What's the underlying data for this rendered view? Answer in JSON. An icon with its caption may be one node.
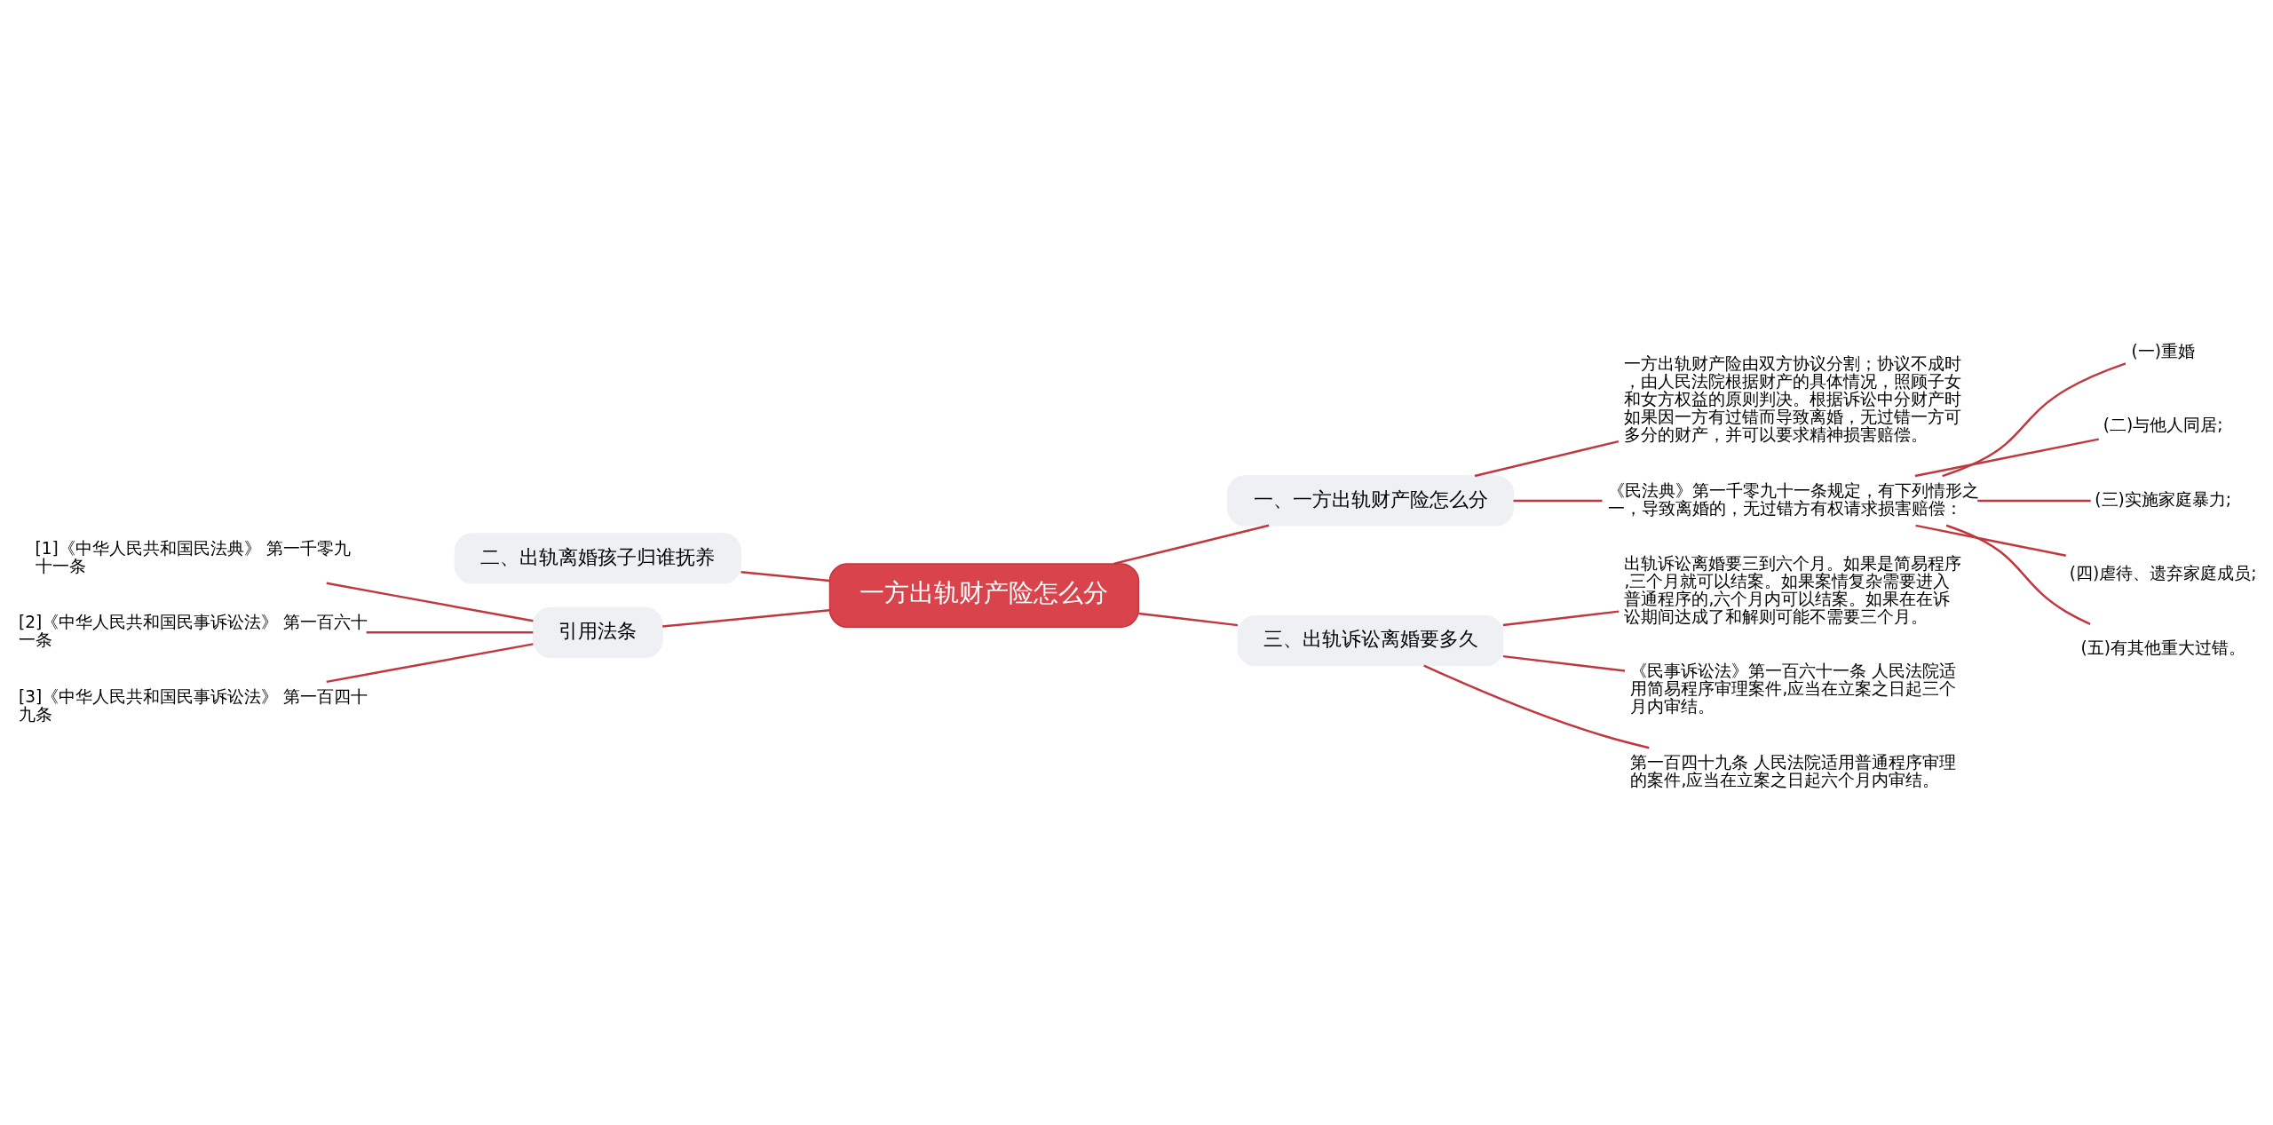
{
  "diagram": {
    "nodes": [
      {
        "text": [
          "一方出轨财产险怎么分"
        ]
      },
      {
        "text": [
          "一、一方出轨财产险怎么分"
        ]
      },
      {
        "text": [
          "一方出轨财产险由双方协议分割；协议不成时，由人民法院根据财产的具体情况，照顾子女和女方权益的原则判决。根据诉讼中分财产时如果因一方有过错而导致离婚，无过错一方可多分的财产，并可以要求精神损害赔偿。"
        ]
      },
      {
        "text": [
          "《民法典》第一千零九十一条规定，有下列情形之一，导致离婚的，无过错方有权请求损害赔偿："
        ]
      },
      {
        "text": [
          "(一)重婚"
        ]
      },
      {
        "text": [
          "(二)与他人同居;"
        ]
      },
      {
        "text": [
          "(三)实施家庭暴力;"
        ]
      },
      {
        "text": [
          "(四)虐待、遗弃家庭成员;"
        ]
      },
      {
        "text": [
          "(五)有其他重大过错。"
        ]
      },
      {
        "text": [
          "三、出轨诉讼离婚要多久"
        ]
      },
      {
        "text": [
          "出轨诉讼离婚要三到六个月。如果是简易程序,三个月就可以结案。如果案情复杂需要进入普通程序的,六个月内可以结案。如果在在诉讼期间达成了和解则可能不需要三个月。"
        ]
      },
      {
        "text": [
          "《民事诉讼法》第一百六十一条 人民法院适用简易程序审理案件,应当在立案之日起三个月内审结。"
        ]
      },
      {
        "text": [
          "第一百四十九条 人民法院适用普通程序审理的案件,应当在立案之日起六个月内审结。"
        ]
      },
      {
        "text": [
          "二、出轨离婚孩子归谁抚养"
        ]
      },
      {
        "text": [
          "引用法条"
        ]
      },
      {
        "text": [
          "[1]《中华人民共和国民法典》 第一千零九十一条"
        ]
      },
      {
        "text": [
          "[2]《中华人民共和国民事诉讼法》 第一百六十一条"
        ]
      },
      {
        "text": [
          "[3]《中华人民共和国民事诉讼法》 第一百四十九条"
        ]
      }
    ],
    "edges": [
      {
        "from": 0,
        "to": 1,
        "arrow": "none"
      },
      {
        "from": 1,
        "to": 2,
        "arrow": "none"
      },
      {
        "from": 1,
        "to": 3,
        "arrow": "none"
      },
      {
        "from": 3,
        "to": 4,
        "arrow": "none"
      },
      {
        "from": 3,
        "to": 5,
        "arrow": "none"
      },
      {
        "from": 3,
        "to": 6,
        "arrow": "none"
      },
      {
        "from": 3,
        "to": 7,
        "arrow": "none"
      },
      {
        "from": 3,
        "to": 8,
        "arrow": "none"
      },
      {
        "from": 0,
        "to": 9,
        "arrow": "none"
      },
      {
        "from": 9,
        "to": 10,
        "arrow": "none"
      },
      {
        "from": 9,
        "to": 11,
        "arrow": "none"
      },
      {
        "from": 9,
        "to": 12,
        "arrow": "none"
      },
      {
        "from": 0,
        "to": 13,
        "arrow": "none"
      },
      {
        "from": 0,
        "to": 14,
        "arrow": "none"
      },
      {
        "from": 14,
        "to": 15,
        "arrow": "none"
      },
      {
        "from": 14,
        "to": 16,
        "arrow": "none"
      },
      {
        "from": 14,
        "to": 17,
        "arrow": "none"
      }
    ]
  }
}
